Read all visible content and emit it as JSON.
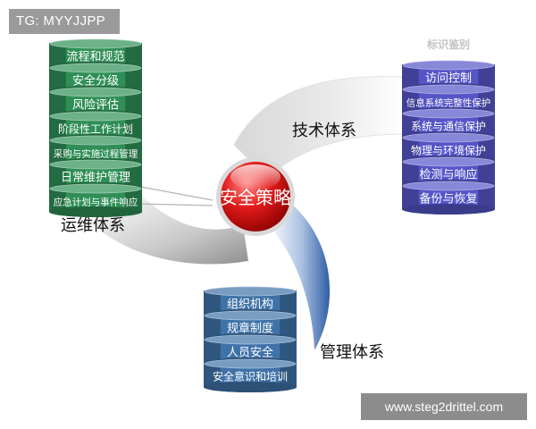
{
  "watermark_top": "TG: MYYJJPP",
  "watermark_bottom": "www.steg2drittel.com",
  "center": {
    "label": "安全策略"
  },
  "ops": {
    "title": "运维体系",
    "color": "#2f8f56",
    "items": [
      "流程和规范",
      "安全分级",
      "风险评估",
      "阶段性工作计划",
      "采购与实施过程管理",
      "日常维护管理",
      "应急计划与事件响应"
    ]
  },
  "tech": {
    "title": "技术体系",
    "header": "标识鉴别",
    "color": "#5555c8",
    "items": [
      "访问控制",
      "信息系统完整性保护",
      "系统与通信保护",
      "物理与环境保护",
      "检测与响应",
      "备份与恢复"
    ]
  },
  "mgmt": {
    "title": "管理体系",
    "color": "#3f72a8",
    "items": [
      "组织机构",
      "规章制度",
      "人员安全",
      "安全意识和培训"
    ]
  }
}
